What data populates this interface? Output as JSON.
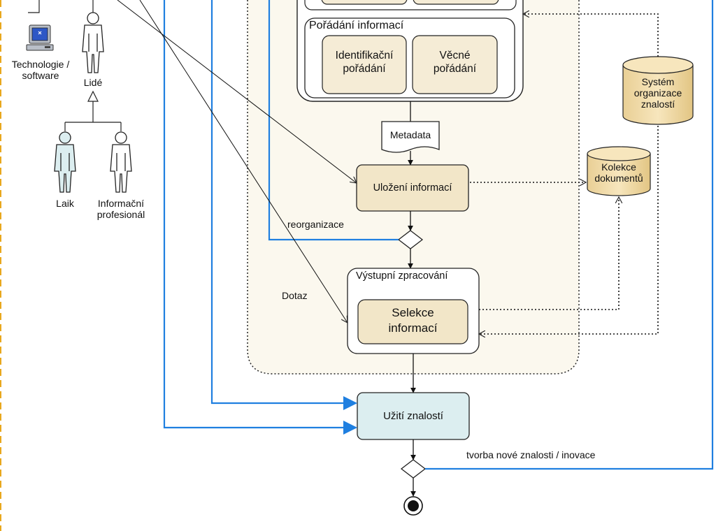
{
  "actors": {
    "tech_label_1": "Technologie /",
    "tech_label_2": "software",
    "people": "Lidé",
    "layman": "Laik",
    "pro_label_1": "Informační",
    "pro_label_2": "profesionál"
  },
  "group": {
    "ordering_title": "Pořádání informací",
    "ident_1": "Identifikační",
    "ident_2": "pořádání",
    "subject_1": "Věcné",
    "subject_2": "pořádání"
  },
  "flow": {
    "metadata": "Metadata",
    "storage": "Uložení informací",
    "reorganization": "reorganizace",
    "output_title": "Výstupní zpracování",
    "selection_1": "Selekce",
    "selection_2": "informací",
    "query": "Dotaz",
    "use": "Užití znalostí",
    "innovation": "tvorba nové znalosti / inovace"
  },
  "stores": {
    "system_1": "Systém",
    "system_2": "organizace",
    "system_3": "znalostí",
    "collection_1": "Kolekce",
    "collection_2": "dokumentů"
  },
  "colors": {
    "tan_fill": "#f2e6c8",
    "tan_inner": "#f5ecd6",
    "use_fill": "#dceef0",
    "blue": "#1f7fe0",
    "orange_border": "#e8a81e"
  }
}
